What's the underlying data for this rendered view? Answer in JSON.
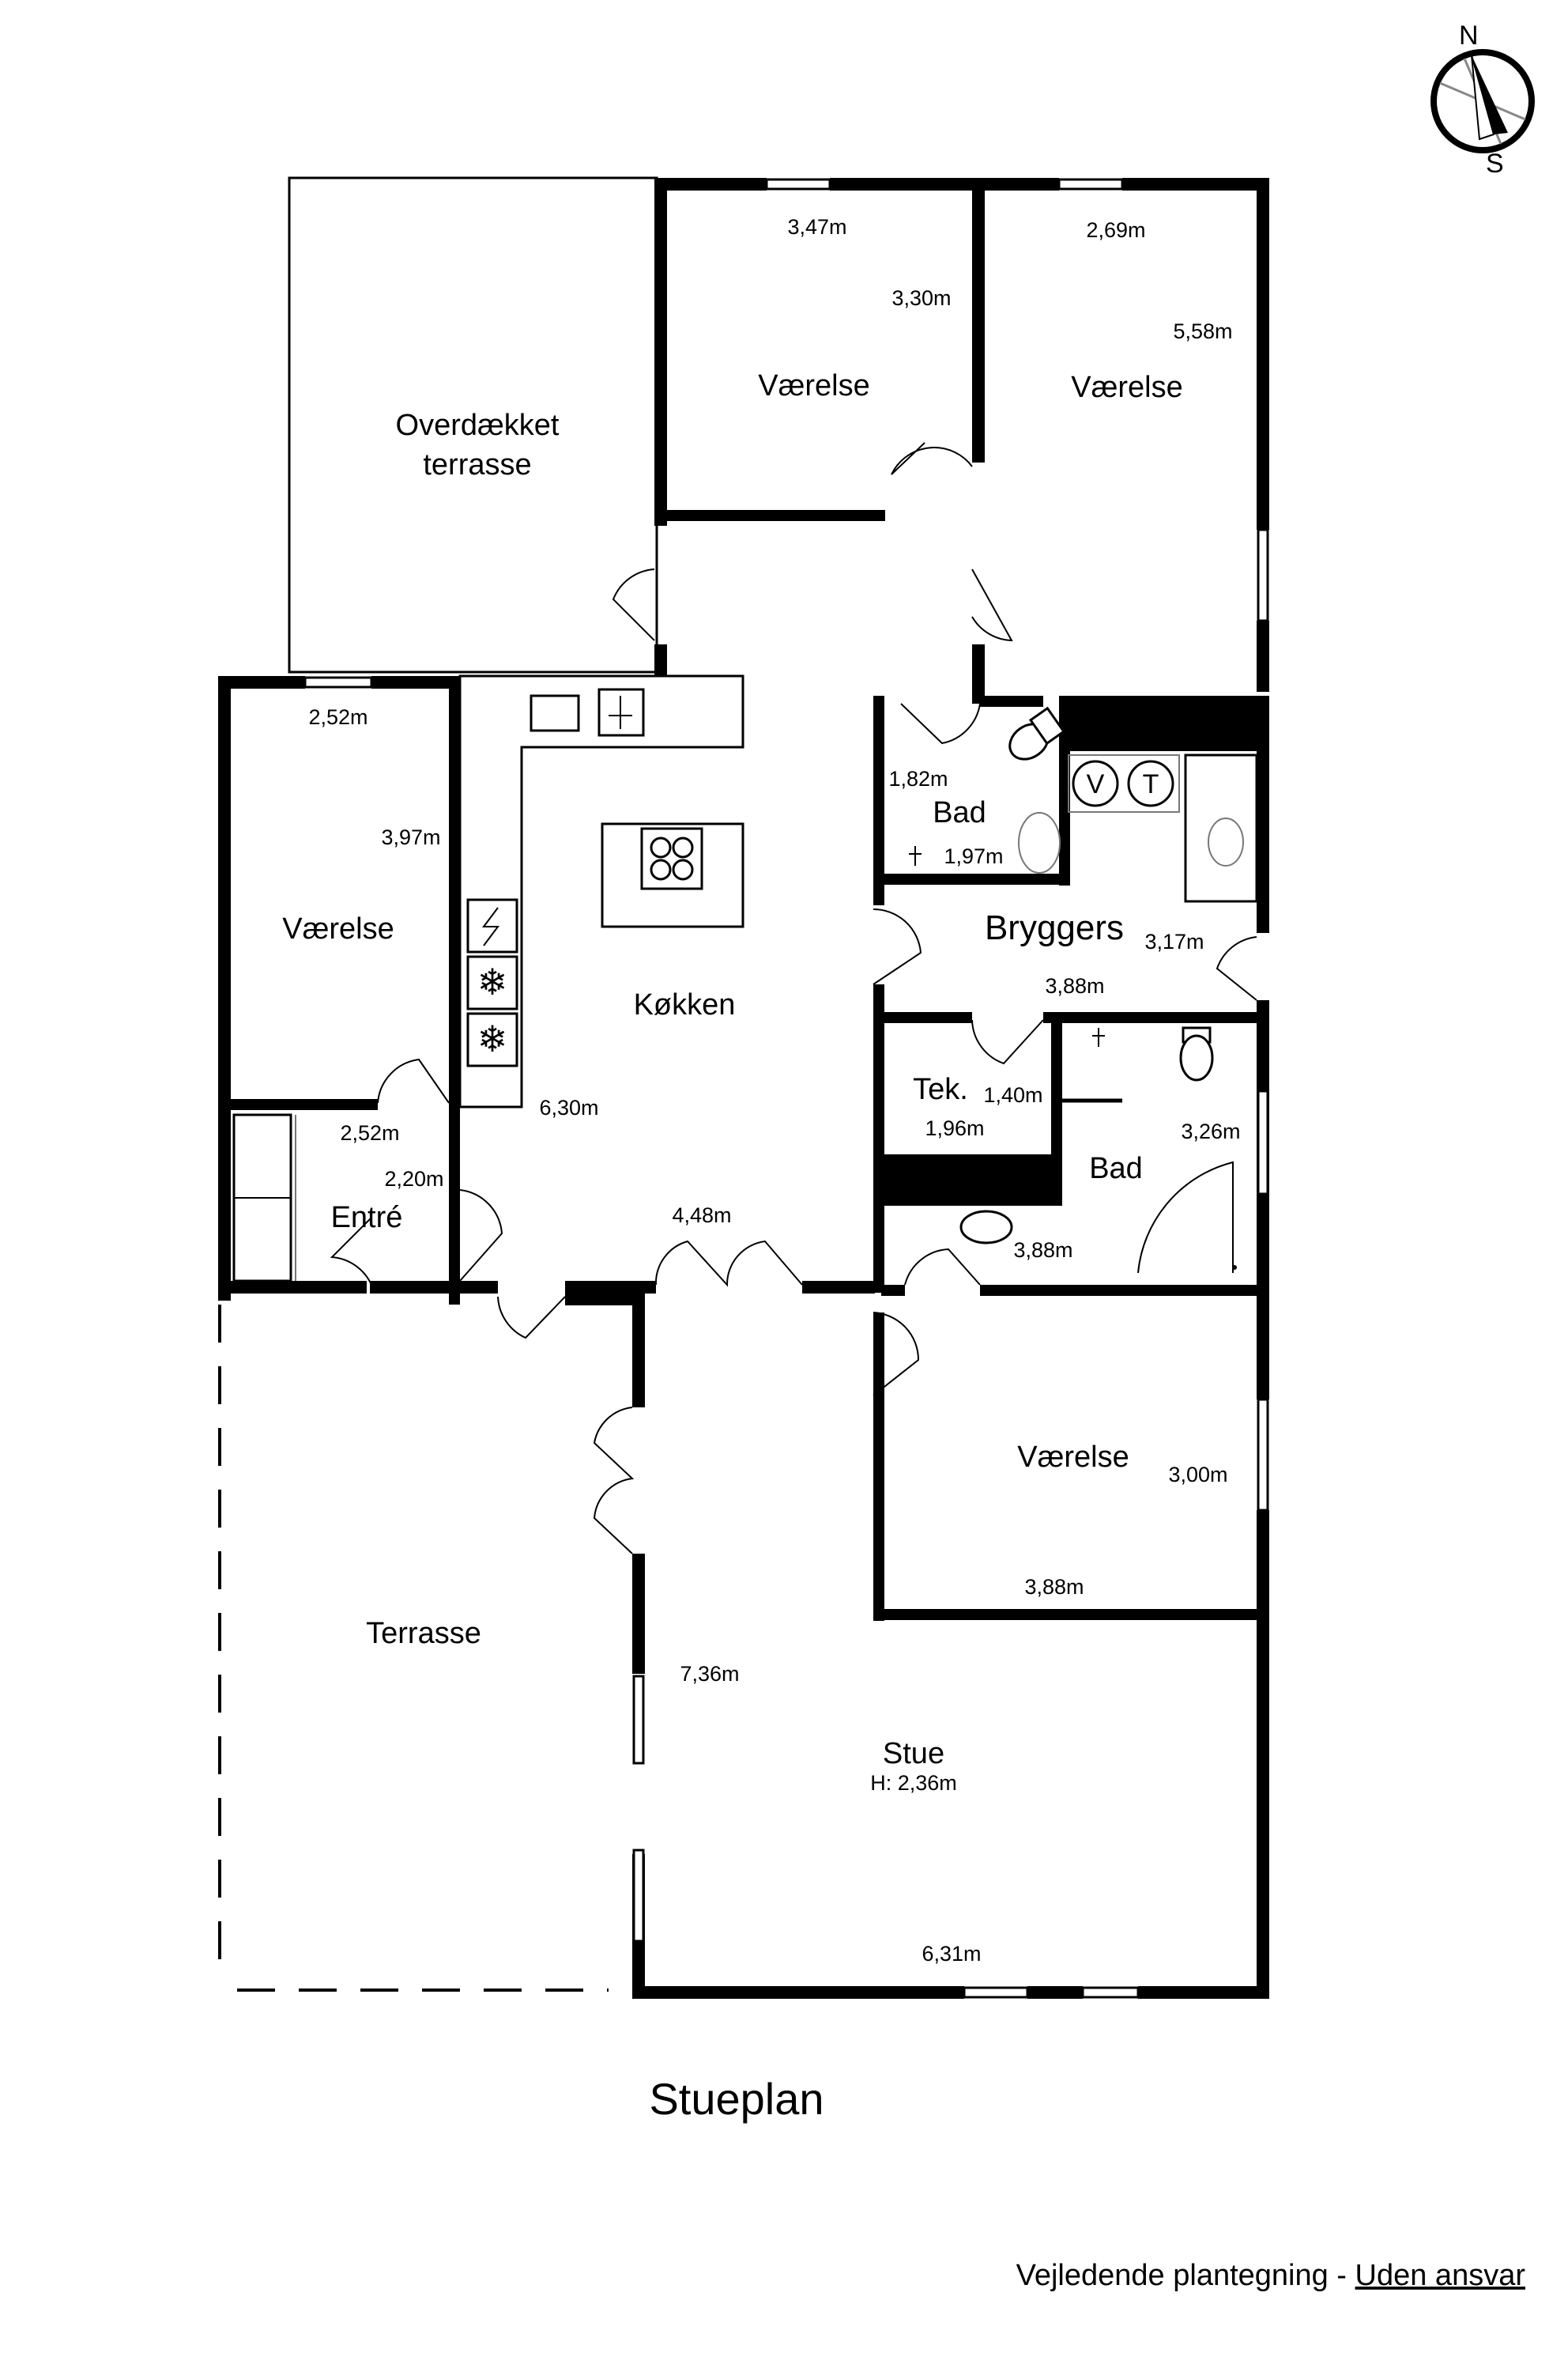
{
  "plan": {
    "title": "Stueplan",
    "disclaimer_prefix": "Vejledende plantegning - ",
    "disclaimer_link": "Uden ansvar",
    "compass": {
      "north": "N",
      "south": "S"
    },
    "rooms": {
      "overdaekket_l1": "Overdækket",
      "overdaekket_l2": "terrasse",
      "vaerelse_top1": "Værelse",
      "vaerelse_top2": "Værelse",
      "vaerelse_left": "Værelse",
      "vaerelse_right": "Værelse",
      "koekken": "Køkken",
      "bad_top": "Bad",
      "bryggers": "Bryggers",
      "tek": "Tek.",
      "bad_lower": "Bad",
      "entre": "Entré",
      "terrasse": "Terrasse",
      "stue": "Stue",
      "stue_height": "H: 2,36m"
    },
    "dimensions": {
      "v1_w": "3,47m",
      "v1_h": "3,30m",
      "v2_w": "2,69m",
      "v2_h": "5,58m",
      "v3_w": "2,52m",
      "v3_h": "3,97m",
      "k_h": "6,30m",
      "k_w": "4,48m",
      "bad1_h": "1,82m",
      "bad1_w": "1,97m",
      "bry_h": "3,17m",
      "bry_w": "3,88m",
      "tek_h": "1,40m",
      "tek_w": "1,96m",
      "bad2_h": "3,26m",
      "bad2_w": "3,88m",
      "entre_w": "2,52m",
      "entre_h": "2,20m",
      "v4_h": "3,00m",
      "v4_w": "3,88m",
      "stue_h": "7,36m",
      "stue_w": "6,31m"
    },
    "appliance_labels": {
      "washer": "V",
      "dryer": "T"
    }
  }
}
